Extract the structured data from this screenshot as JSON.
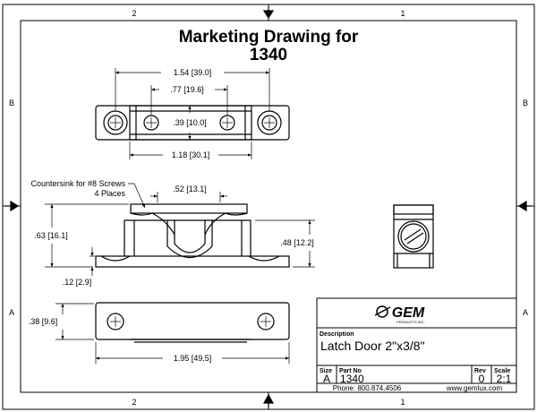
{
  "title": {
    "line1": "Marketing Drawing for",
    "line2": "1340"
  },
  "zones": {
    "top_left": "2",
    "top_right": "1",
    "bottom_left": "2",
    "bottom_right": "1",
    "left_top": "B",
    "left_bottom": "A",
    "right_top": "B",
    "right_bottom": "A"
  },
  "dimensions": {
    "overall_hole_span": "1.54 [39.0]",
    "inner_hole_span": ".77 [19.6]",
    "body_height": ".39 [10.0]",
    "base_span": "1.18 [30.1]",
    "top_width": ".52 [13.1]",
    "left_height": ".63 [16.1]",
    "right_height": ".48 [12.2]",
    "flange_thickness": ".12 [2.9]",
    "plate_height": ".38 [9.6]",
    "plate_length": "1.95 [49.5]"
  },
  "note": {
    "line1": "Countersink for #8 Screws",
    "line2": "4 Places"
  },
  "title_block": {
    "logo_text": "GEM",
    "logo_sub": "PRODUCTS INC.",
    "description_label": "Description",
    "description_value": "Latch Door 2\"x3/8\"",
    "size_label": "Size",
    "size_value": "A",
    "part_no_label": "Part No",
    "part_no_value": "1340",
    "rev_label": "Rev",
    "rev_value": "0",
    "scale_label": "Scale",
    "scale_value": "2:1",
    "phone": "Phone: 800.874.4506",
    "website": "www.gemlux.com"
  }
}
